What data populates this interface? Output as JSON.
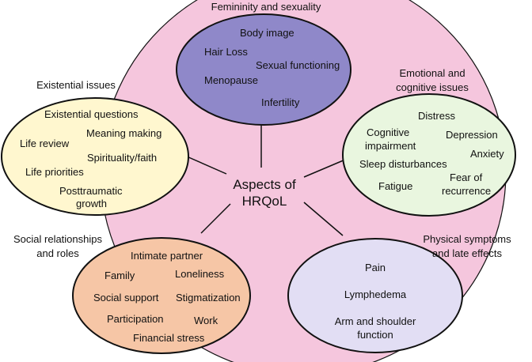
{
  "center": {
    "line1": "Aspects of",
    "line2": "HRQoL",
    "fill": "#f5c6dd"
  },
  "domains": {
    "femininity": {
      "title": "Femininity and sexuality",
      "fill": "#8f88c9",
      "items": [
        "Body image",
        "Hair Loss",
        "Sexual functioning",
        "Menopause",
        "Infertility"
      ]
    },
    "existential": {
      "title": "Existential issues",
      "fill": "#fff7cf",
      "items": [
        "Existential questions",
        "Meaning making",
        "Life review",
        "Spirituality/faith",
        "Life priorities",
        "Posttraumatic",
        "growth"
      ]
    },
    "emotional": {
      "title_line1": "Emotional and",
      "title_line2": "cognitive issues",
      "fill": "#e9f6df",
      "items": [
        "Distress",
        "Cognitive",
        "impairment",
        "Depression",
        "Anxiety",
        "Sleep disturbances",
        "Fear of",
        "recurrence",
        "Fatigue"
      ]
    },
    "social": {
      "title_line1": "Social relationships",
      "title_line2": "and roles",
      "fill": "#f6c6a6",
      "items": [
        "Intimate partner",
        "Family",
        "Loneliness",
        "Social support",
        "Stigmatization",
        "Participation",
        "Work",
        "Financial stress"
      ]
    },
    "physical": {
      "title_line1": "Physical symptoms",
      "title_line2": "and late effects",
      "fill": "#e2def4",
      "items": [
        "Pain",
        "Lymphedema",
        "Arm and shoulder",
        "function"
      ]
    }
  }
}
